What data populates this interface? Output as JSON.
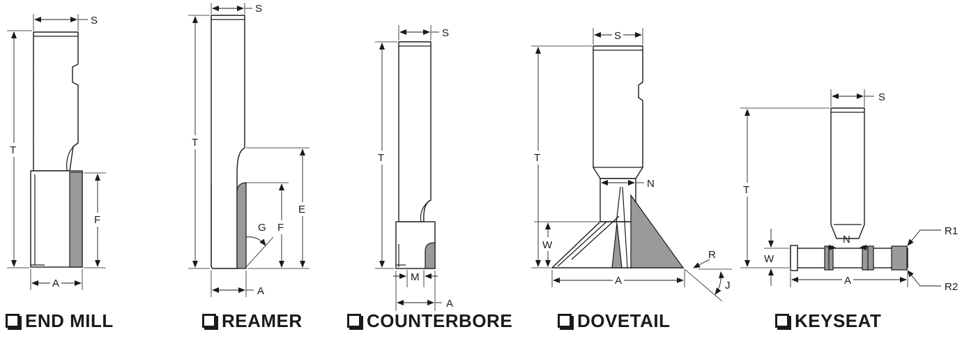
{
  "tools": [
    {
      "id": "end-mill",
      "label": "END MILL",
      "dims": [
        "S",
        "T",
        "F",
        "A"
      ]
    },
    {
      "id": "reamer",
      "label": "REAMER",
      "dims": [
        "S",
        "T",
        "E",
        "F",
        "G",
        "A"
      ]
    },
    {
      "id": "counterbore",
      "label": "COUNTERBORE",
      "dims": [
        "S",
        "T",
        "M",
        "A"
      ]
    },
    {
      "id": "dovetail",
      "label": "DOVETAIL",
      "dims": [
        "S",
        "T",
        "N",
        "W",
        "A",
        "R",
        "J"
      ]
    },
    {
      "id": "keyseat",
      "label": "KEYSEAT",
      "dims": [
        "S",
        "T",
        "N",
        "W",
        "A",
        "R1",
        "R2"
      ]
    }
  ],
  "colors": {
    "ink": "#1a1a1a",
    "flute": "#9a9a9a",
    "background": "#ffffff"
  },
  "checkbox_icon": "checkbox-icon"
}
